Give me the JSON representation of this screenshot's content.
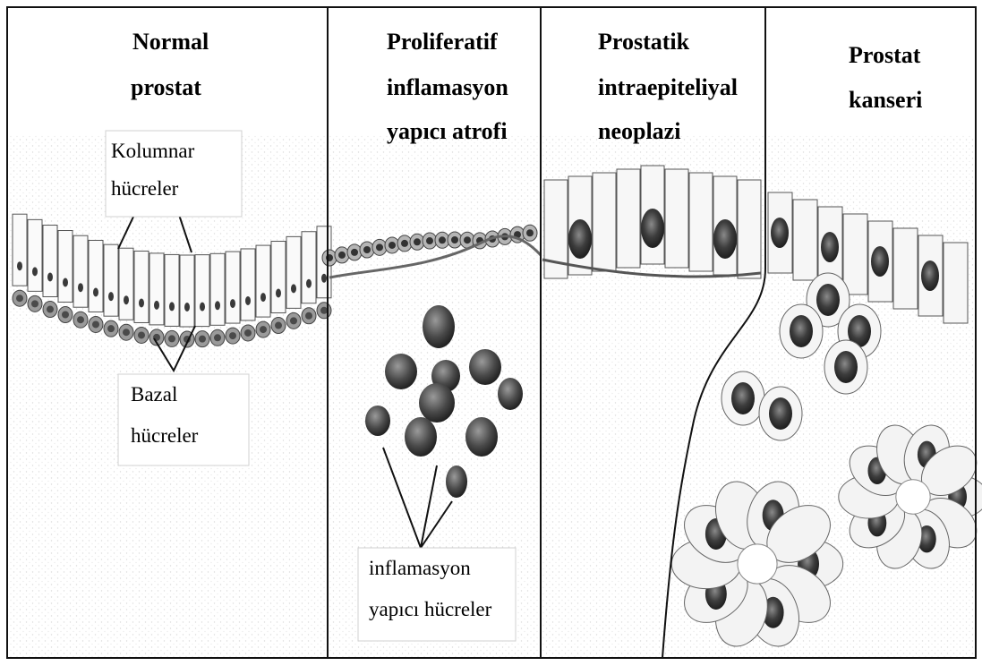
{
  "stages": [
    {
      "id": "normal",
      "title_lines": [
        "Normal",
        "prostat"
      ]
    },
    {
      "id": "pia",
      "title_lines": [
        "Proliferatif",
        "inflamasyon",
        "yapıcı atrofi"
      ]
    },
    {
      "id": "pin",
      "title_lines": [
        "Prostatik",
        "intraepiteliyal",
        "neoplazi"
      ]
    },
    {
      "id": "cancer",
      "title_lines": [
        "Prostat",
        "kanseri"
      ]
    }
  ],
  "annotations": {
    "columnar": [
      "Kolumnar",
      "hücreler"
    ],
    "basal": [
      "Bazal",
      "hücreler"
    ],
    "inflammatory": [
      "inflamasyon",
      "yapıcı hücreler"
    ]
  },
  "colors": {
    "border": "#111111",
    "cell_outline": "#555555",
    "nucleus": "#3a3a3a",
    "basal_nucleus": "#4a4a4a",
    "stroma": "#f1f1f1"
  }
}
